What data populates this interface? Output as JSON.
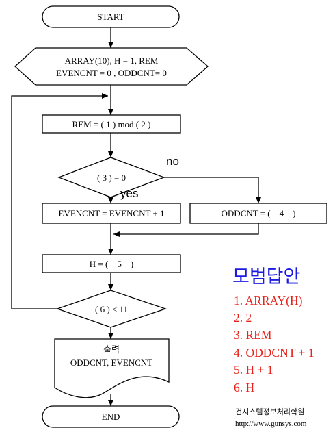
{
  "flowchart": {
    "start": "START",
    "init_line1": "ARRAY(10),  H = 1, REM",
    "init_line2": "EVENCNT = 0 , ODDCNT= 0",
    "rem_step": "REM = ( 1 ) mod ( 2 )",
    "decision1": "( 3 ) = 0",
    "no_label": "no",
    "yes_label": "yes",
    "even_step": "EVENCNT = EVENCNT + 1",
    "odd_step": "ODDCNT = (    4    )",
    "h_step": "H = (    5    )",
    "decision2": "( 6 ) < 11",
    "output_title": "출력",
    "output_text": "ODDCNT, EVENCNT",
    "end": "END"
  },
  "answers": {
    "title": "모범답안",
    "items": [
      "1. ARRAY(H)",
      "2. 2",
      "3. REM",
      "4. ODDCNT + 1",
      "5. H + 1",
      "6. H"
    ]
  },
  "credit": {
    "name": "건시스템정보처리학원",
    "url": "http://www.gunsys.com"
  },
  "colors": {
    "answer_title": "#1a1ae0",
    "answer_items": "#e8231c"
  }
}
